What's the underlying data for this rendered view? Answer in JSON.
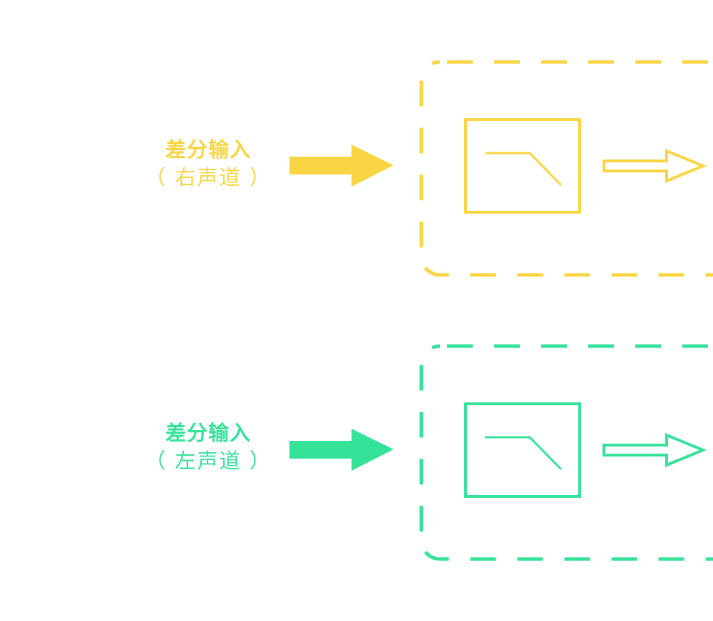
{
  "colors": {
    "right": "#F9D443",
    "left": "#35E299"
  },
  "channels": [
    {
      "id": "right",
      "title": "差分输入",
      "subtitle": "（ 右声道 ）"
    },
    {
      "id": "left",
      "title": "差分输入",
      "subtitle": "（ 左声道 ）"
    }
  ]
}
